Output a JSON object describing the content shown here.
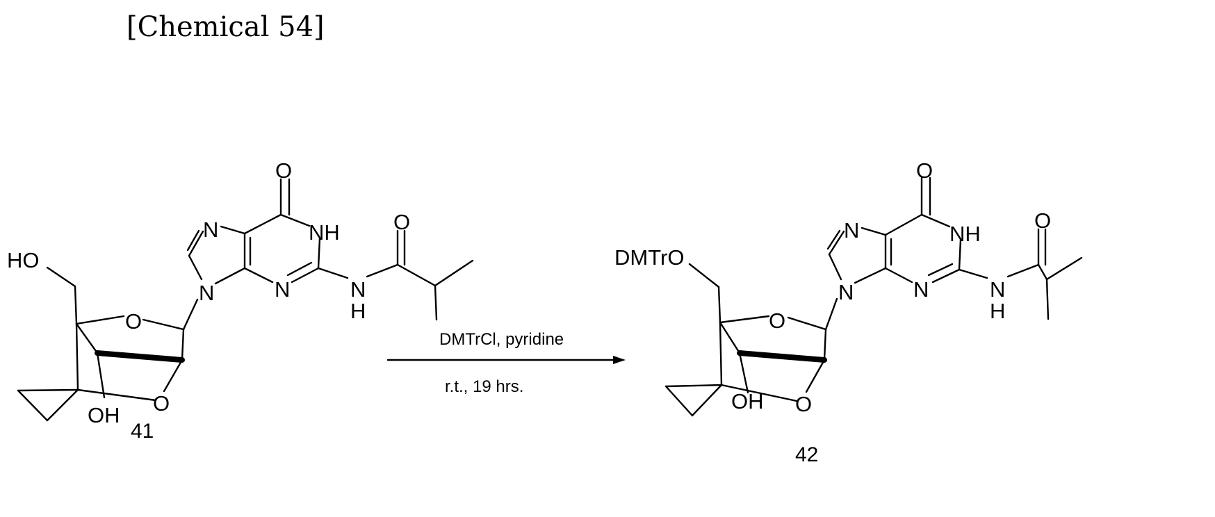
{
  "heading": "[Chemical 54]",
  "reagents": "DMTrCl, pyridine",
  "conditions": "r.t., 19 hrs.",
  "compounds": [
    {
      "number": "41",
      "labels": {
        "protecting_group": "HO",
        "ring_o": "O",
        "hydroxyl": "OH",
        "bridge_o": "O",
        "n7": "N",
        "n9": "N",
        "carbonyl_o": "O",
        "nh1": "NH",
        "n3": "N",
        "amide_n": "N",
        "amide_h": "H",
        "amide_o": "O"
      }
    },
    {
      "number": "42",
      "labels": {
        "protecting_group": "DMTrO",
        "ring_o": "O",
        "hydroxyl": "OH",
        "bridge_o": "O",
        "n7": "N",
        "n9": "N",
        "carbonyl_o": "O",
        "nh1": "NH",
        "n3": "N",
        "amide_n": "N",
        "amide_h": "H",
        "amide_o": "O"
      }
    }
  ]
}
